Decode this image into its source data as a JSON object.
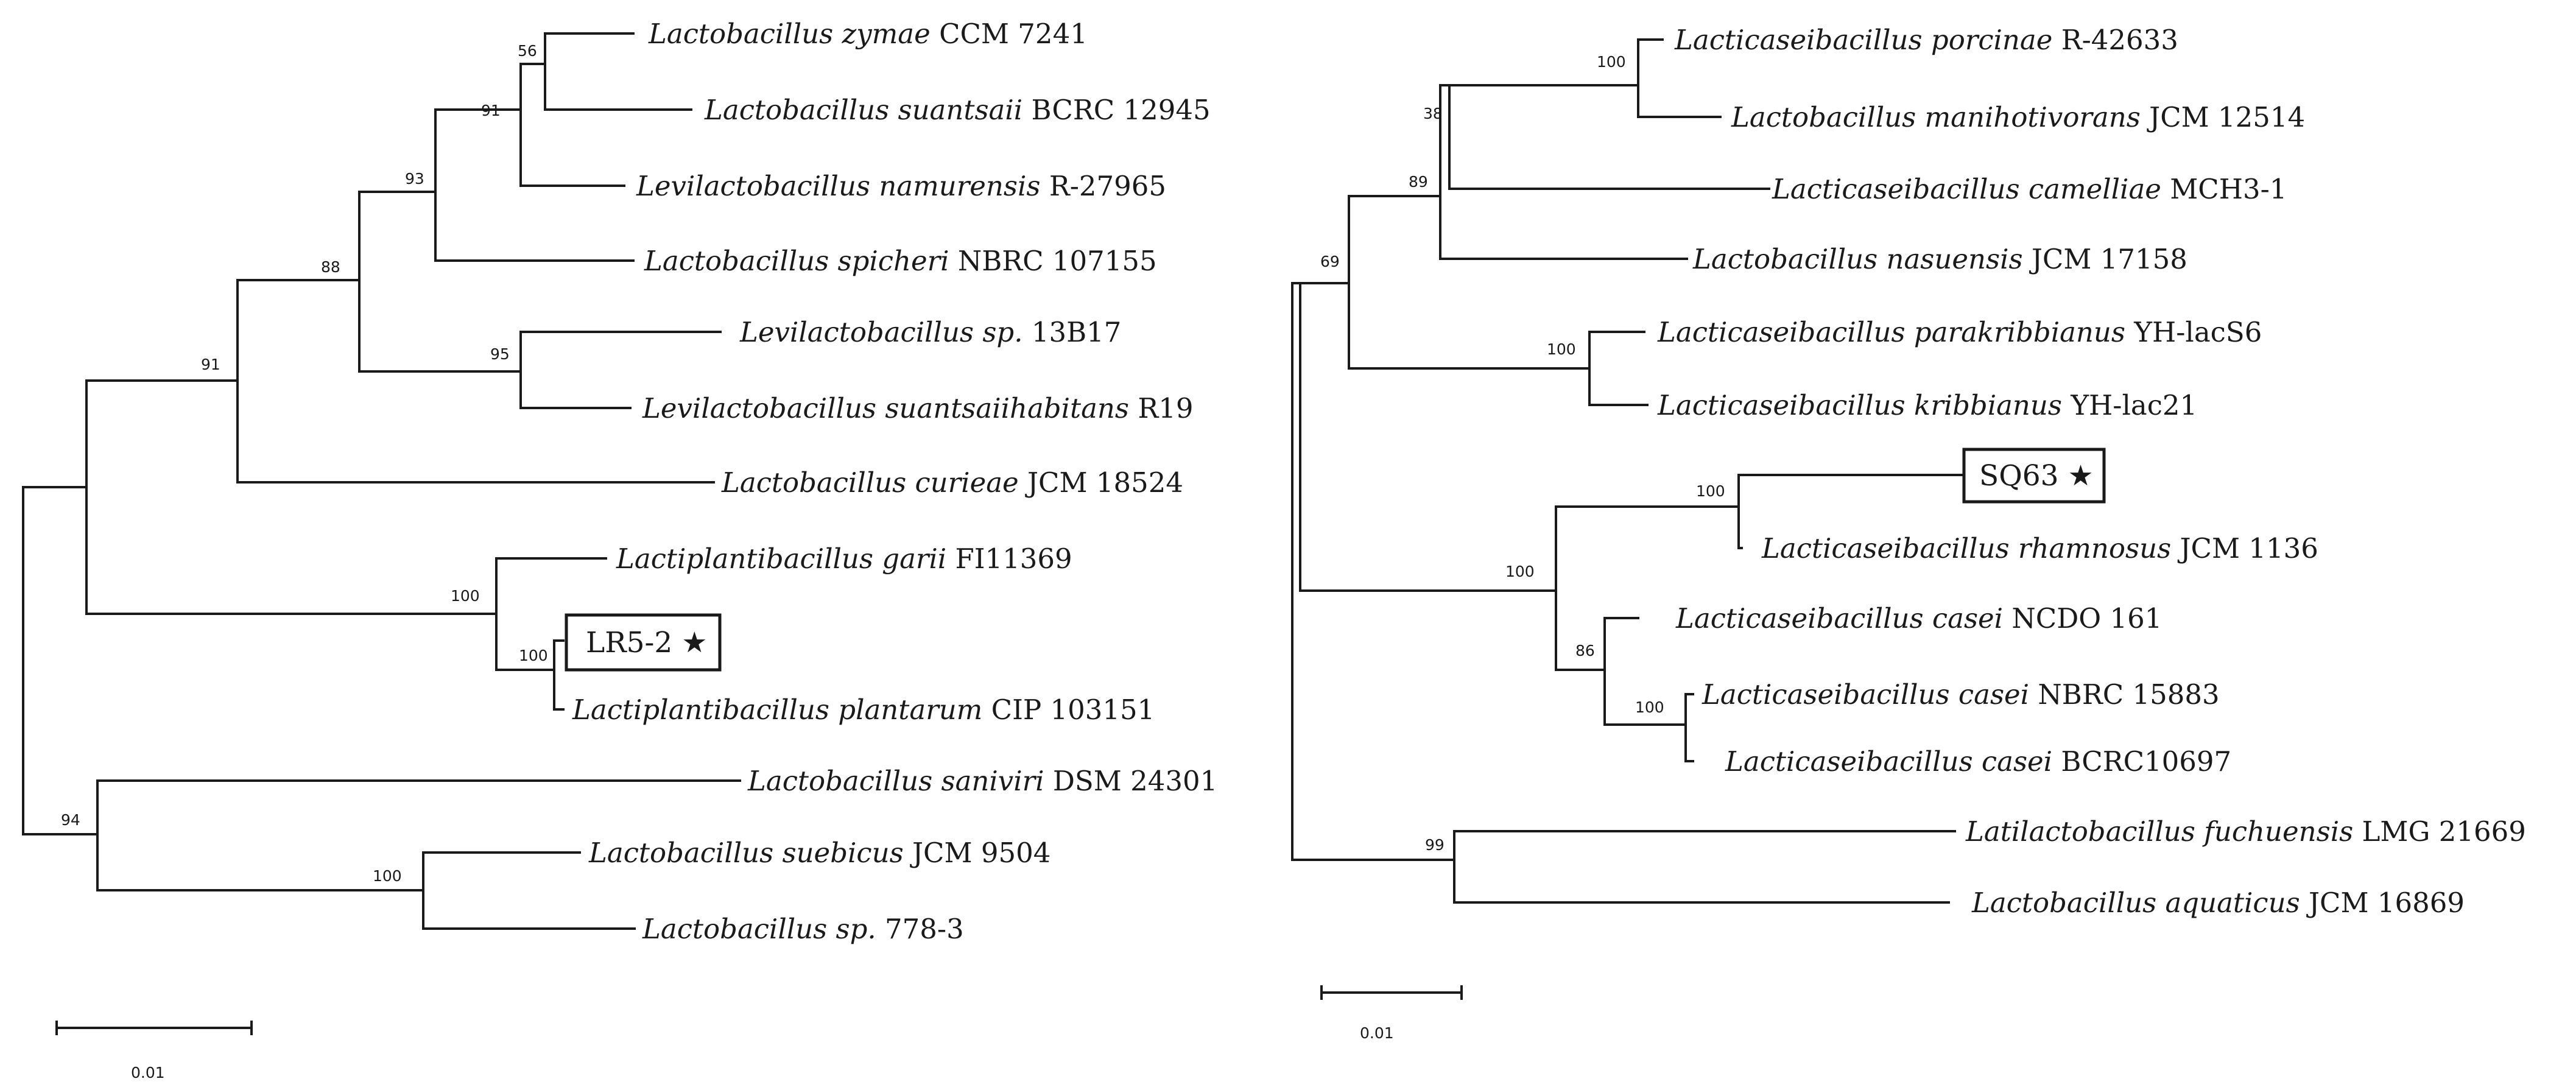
{
  "trees": [
    {
      "id": "left",
      "taxa": [
        {
          "genus": "Lactobacillus zymae",
          "strain": "CCM 7241"
        },
        {
          "genus": "Lactobacillus suantsaii",
          "strain": "BCRC 12945"
        },
        {
          "genus": "Levilactobacillus namurensis",
          "strain": "R-27965"
        },
        {
          "genus": "Lactobacillus spicheri",
          "strain": "NBRC 107155"
        },
        {
          "genus": "Levilactobacillus sp.",
          "strain": "13B17"
        },
        {
          "genus": "Levilactobacillus suantsaiihabitans",
          "strain": "R19"
        },
        {
          "genus": "Lactobacillus curieae",
          "strain": "JCM 18524"
        },
        {
          "genus": "Lactiplantibacillus garii",
          "strain": "FI11369"
        },
        {
          "genus": "Lactiplantibacillus plantarum",
          "strain": "CIP 103151"
        },
        {
          "genus": "Lactobacillus saniviri",
          "strain": "DSM 24301"
        },
        {
          "genus": "Lactobacillus suebicus",
          "strain": "JCM 9504"
        },
        {
          "genus": "Lactobacillus sp.",
          "strain": "778-3"
        }
      ],
      "isolate": {
        "label": "LR5-2",
        "marker": "★"
      },
      "bootstrap": [
        "56",
        "91",
        "93",
        "88",
        "91",
        "95",
        "100",
        "100",
        "94",
        "100"
      ],
      "scale_bar": "0.01"
    },
    {
      "id": "right",
      "taxa": [
        {
          "genus": "Lacticaseibacillus porcinae",
          "strain": "R-42633"
        },
        {
          "genus": "Lactobacillus manihotivorans",
          "strain": "JCM 12514"
        },
        {
          "genus": "Lacticaseibacillus camelliae",
          "strain": "MCH3-1"
        },
        {
          "genus": "Lactobacillus nasuensis",
          "strain": "JCM 17158"
        },
        {
          "genus": "Lacticaseibacillus parakribbianus",
          "strain": "YH-lacS6"
        },
        {
          "genus": "Lacticaseibacillus kribbianus",
          "strain": "YH-lac21"
        },
        {
          "genus": "Lacticaseibacillus rhamnosus",
          "strain": "JCM 1136"
        },
        {
          "genus": "Lacticaseibacillus casei",
          "strain": "NCDO 161"
        },
        {
          "genus": "Lacticaseibacillus casei",
          "strain": "NBRC 15883"
        },
        {
          "genus": "Lacticaseibacillus casei",
          "strain": "BCRC10697"
        },
        {
          "genus": "Latilactobacillus fuchuensis",
          "strain": "LMG 21669"
        },
        {
          "genus": "Lactobacillus aquaticus",
          "strain": "JCM 16869"
        }
      ],
      "isolate": {
        "label": "SQ63",
        "marker": "★"
      },
      "bootstrap": [
        "100",
        "38",
        "89",
        "69",
        "100",
        "100",
        "100",
        "86",
        "100",
        "99"
      ],
      "scale_bar": "0.01"
    }
  ]
}
